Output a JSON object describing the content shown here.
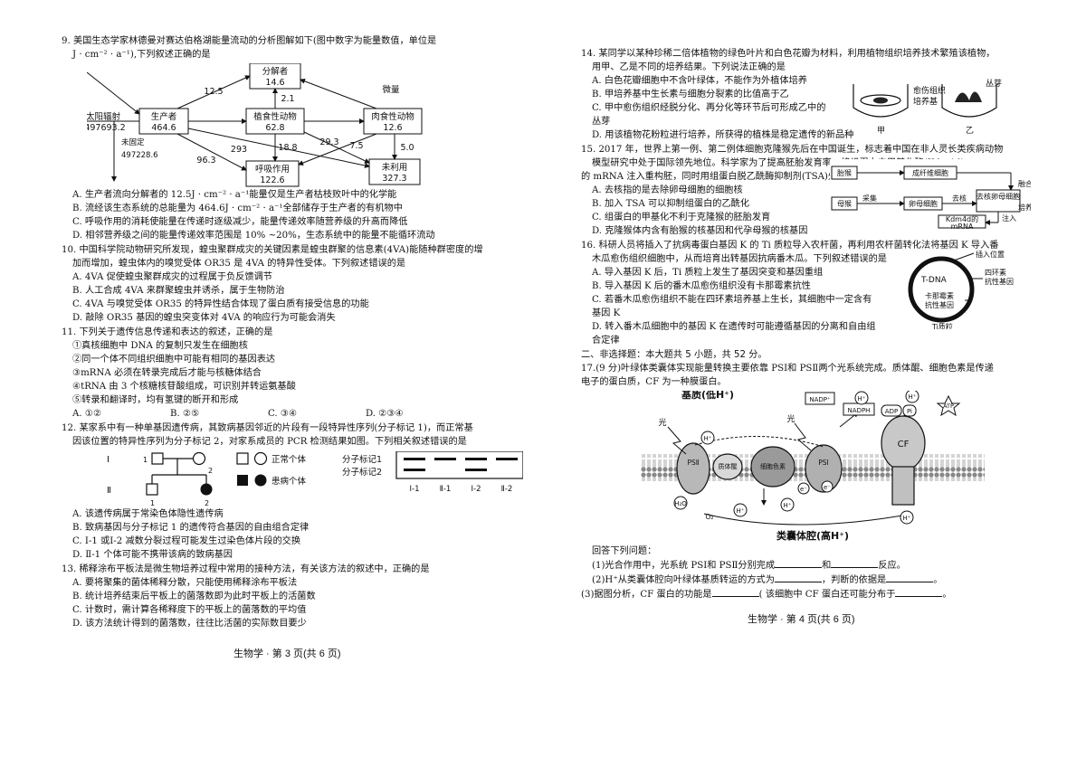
{
  "left": {
    "q9": {
      "stem1": "9. 美国生态学家林德曼对赛达伯格湖能量流动的分析图解如下(图中数字为能量数值，单位是",
      "stem2": "J · cm⁻² · a⁻¹),下列叙述正确的是",
      "diagram": {
        "decomposer": "分解者",
        "decomposer_val": "14.6",
        "solar": "太阳辐射",
        "solar_val": "497693.2",
        "producer": "生产者",
        "producer_val": "464.6",
        "herbivore": "植食性动物",
        "herbivore_val": "62.8",
        "carnivore": "肉食性动物",
        "carnivore_val": "12.6",
        "respiration": "呼吸作用",
        "respiration_val": "122.6",
        "unused": "未利用",
        "unused_val": "327.3",
        "unfixed": "未固定",
        "unfixed_val": "497228.6",
        "trace": "微量",
        "a_125": "12.5",
        "a_21": "2.1",
        "a_293": "293",
        "a_188": "18.8",
        "a_293b": "29.3",
        "a_75": "7.5",
        "a_50": "5.0",
        "a_963": "96.3"
      },
      "options": [
        "A. 生产者流向分解者的 12.5J · cm⁻² · a⁻¹能量仅是生产者枯枝败叶中的化学能",
        "B. 流经该生态系统的总能量为 464.6J · cm⁻² · a⁻¹全部储存于生产者的有机物中",
        "C. 呼吸作用的消耗使能量在传递时逐级减少，能量传递效率随营养级的升高而降低",
        "D. 相邻营养级之间的能量传递效率范围是 10% ~20%，生态系统中的能量不能循环流动"
      ]
    },
    "q10": {
      "lines": [
        "10. 中国科学院动物研究所发现，蝗虫聚群成灾的关键因素是蝗虫群聚的信息素(4VA)能随种群密度的增",
        "加而增加，蝗虫体内的嗅觉受体 OR35 是 4VA 的特异性受体。下列叙述错误的是"
      ],
      "options": [
        "A. 4VA 促使蝗虫聚群成灾的过程属于负反馈调节",
        "B. 人工合成 4VA 来群聚蝗虫并诱杀，属于生物防治",
        "C. 4VA 与嗅觉受体 OR35 的特异性结合体现了蛋白质有接受信息的功能",
        "D. 敲除 OR35 基因的蝗虫突变体对 4VA 的响应行为可能会消失"
      ]
    },
    "q11": {
      "stem": "11. 下列关于遗传信息传递和表达的叙述，正确的是",
      "items": [
        "①真核细胞中 DNA 的复制只发生在细胞核",
        "②同一个体不同组织细胞中可能有相同的基因表达",
        "③mRNA 必须在转录完成后才能与核糖体结合",
        "④tRNA 由 3 个核糖核苷酸组成，可识别并转运氨基酸",
        "⑤转录和翻译时，均有氢键的断开和形成"
      ],
      "optA": "A. ①②",
      "optB": "B. ②⑤",
      "optC": "C. ③④",
      "optD": "D. ②③④"
    },
    "q12": {
      "lines": [
        "12. 某家系中有一种单基因遗传病，其致病基因邻近的片段有一段特异性序列(分子标记 1)，而正常基",
        "因该位置的特异性序列为分子标记 2，对家系成员的 PCR 检测结果如图。下列相关叙述错误的是"
      ],
      "gen1": "Ⅰ",
      "gen2": "Ⅱ",
      "i1": "1",
      "i2": "2",
      "ii1": "1",
      "ii2": "2",
      "legend_normal": "正常个体",
      "legend_affected": "患病个体",
      "marker1": "分子标记1",
      "marker2": "分子标记2",
      "lanes": [
        "Ⅰ-1",
        "Ⅱ-1",
        "Ⅰ-2",
        "Ⅱ-2"
      ],
      "options": [
        "A. 该遗传病属于常染色体隐性遗传病",
        "B. 致病基因与分子标记 1 的遗传符合基因的自由组合定律",
        "C. Ⅰ-1 或Ⅰ-2 减数分裂过程可能发生过染色体片段的交换",
        "D. Ⅱ-1 个体可能不携带该病的致病基因"
      ]
    },
    "q13": {
      "stem": "13. 稀释涂布平板法是微生物培养过程中常用的接种方法，有关该方法的叙述中，正确的是",
      "options": [
        "A. 要将聚集的菌体稀释分散，只能使用稀释涂布平板法",
        "B. 统计培养结束后平板上的菌落数即为此时平板上的活菌数",
        "C. 计数时，需计算各稀释度下的平板上的菌落数的平均值",
        "D. 该方法统计得到的菌落数，往往比活菌的实际数目要少"
      ]
    },
    "footer": "生物学 · 第 3 页(共 6 页)"
  },
  "right": {
    "q14": {
      "stem1": "14. 某同学以某种珍稀二倍体植物的绿色叶片和白色花瓣为材料，利用植物组织培养技术繁殖该植物，",
      "stem2": "用甲、乙是不同的培养结果。下列说法正确的是",
      "options": [
        "A. 白色花瓣细胞中不含叶绿体，不能作为外植体培养",
        "B. 甲培养基中生长素与细胞分裂素的比值高于乙",
        "C. 甲中愈伤组织经脱分化、再分化等环节后可形成乙中的",
        "丛芽",
        "D. 用该植物花粉粒进行培养，所获得的植株是稳定遗传的新品种"
      ],
      "fig": {
        "callus": "愈伤组织",
        "medium": "培养基",
        "bud": "丛芽",
        "jia": "甲",
        "yi": "乙"
      }
    },
    "q15": {
      "lines": [
        "15. 2017 年，世界上第一例、第二例体细胞克隆猴先后在中国诞生，标志着中国在非人灵长类疾病动物",
        "模型研究中处于国际领先地位。科学家为了提高胚胎发育率，将组蛋白去甲基化酶(Kdm4d)",
        "的 mRNA 注入重构胚，同时用组蛋白脱乙酰酶抑制剂(TSA)处理，简化过程如图。下列说法正确的是"
      ],
      "options": [
        "A. 去核指的是去除卵母细胞的细胞核",
        "B. 加入 TSA 可以抑制组蛋白的乙酰化",
        "C. 组蛋白的甲基化不利于克隆猴的胚胎发育",
        "D. 克隆猴体内含有胎猴的核基因和代孕母猴的核基因"
      ],
      "fig": {
        "fetal": "胎猴",
        "fibro": "成纤维细胞",
        "mother": "母猴",
        "collect": "采集",
        "oocyte": "卵母细胞",
        "enucleate": "去核",
        "enucl_oocyte": "去核卵母细胞",
        "kdm": "Kdm4d的",
        "mrna": "mRNA",
        "inject": "注入",
        "fuse": "融合",
        "culture": "培养"
      }
    },
    "q16": {
      "lines": [
        "16. 科研人员将插入了抗病毒蛋白基因 K 的 Ti 质粒导入农杆菌，再利用农杆菌转化法将基因 K 导入番",
        "木瓜愈伤组织细胞中，从而培育出转基因抗病番木瓜。下列叙述错误的是"
      ],
      "options": [
        "A. 导入基因 K 后，Ti 质粒上发生了基因突变和基因重组",
        "B. 导入基因 K 后的番木瓜愈伤组织没有卡那霉素抗性",
        "C. 若番木瓜愈伤组织不能在四环素培养基上生长，其细胞中一定含有",
        "基因 K",
        "D. 转入番木瓜细胞中的基因 K 在遗传时可能遵循基因的分离和自由组",
        "合定律"
      ],
      "fig": {
        "site": "插入位置",
        "tdna": "T-DNA",
        "tet1": "四环素",
        "tet2": "抗性基因",
        "kan1": "卡那霉素",
        "kan2": "抗性基因",
        "ti": "Ti质粒"
      }
    },
    "section2": "二、非选择题：本大题共 5 小题，共 52 分。",
    "q17": {
      "lines": [
        "17.(9 分)叶绿体类囊体实现能量转换主要依靠 PSⅠ和 PSⅡ两个光系统完成。质体醌、细胞色素是传递",
        "电子的蛋白质，CF 为一种膜蛋白。"
      ],
      "fig": {
        "stroma": "基质(低H⁺)",
        "lumen": "类囊体腔(高H⁺)",
        "light": "光",
        "ps2": "PSⅡ",
        "ps1": "PSⅠ",
        "pq": "质体醌",
        "cyt": "细胞色素",
        "cf": "CF",
        "nadp": "NADP⁺",
        "nadph": "NADPH",
        "adp": "ADP",
        "pi": "Pi",
        "atp": "ATP",
        "h": "H⁺",
        "e": "e⁻",
        "h2o": "H₂O",
        "o2": "O₂"
      },
      "answer_intro": "回答下列问题：",
      "sub1_a": "(1)光合作用中，光系统 PSⅠ和 PSⅡ分别完成",
      "sub1_b": "和",
      "sub1_c": "反应。",
      "sub2_a": "(2)H⁺从类囊体腔向叶绿体基质转运的方式为",
      "sub2_b": "，判断的依据是",
      "sub2_c": "。",
      "sub3_a": "(3)据图分析，CF 蛋白的功能是",
      "sub3_b": "(     该细胞中 CF 蛋白还可能分布于",
      "sub3_c": "。"
    },
    "footer": "生物学 · 第 4 页(共 6 页)"
  }
}
